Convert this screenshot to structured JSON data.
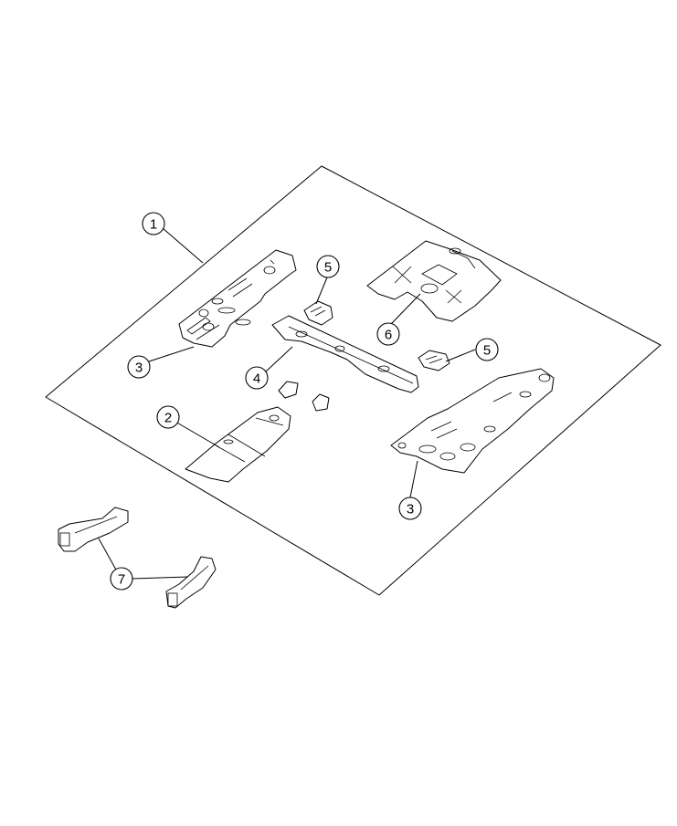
{
  "callouts": [
    {
      "id": "c1",
      "label": "1"
    },
    {
      "id": "c2",
      "label": "2"
    },
    {
      "id": "c3a",
      "label": "3"
    },
    {
      "id": "c3b",
      "label": "3"
    },
    {
      "id": "c4",
      "label": "4"
    },
    {
      "id": "c5a",
      "label": "5"
    },
    {
      "id": "c5b",
      "label": "5"
    },
    {
      "id": "c6",
      "label": "6"
    },
    {
      "id": "c7",
      "label": "7"
    }
  ]
}
